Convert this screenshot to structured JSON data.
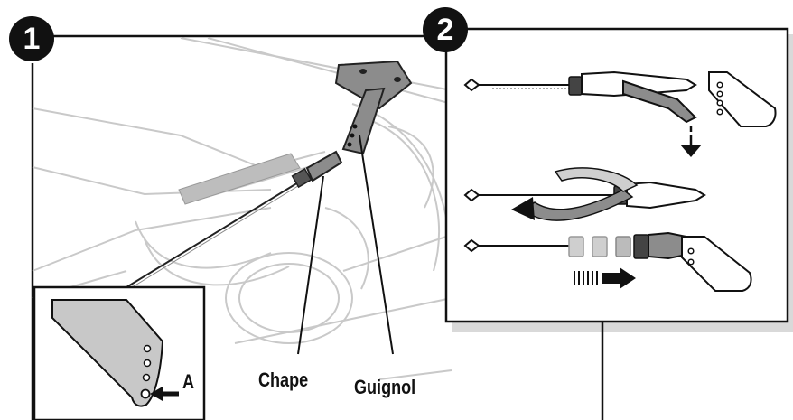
{
  "steps": [
    {
      "number": "1"
    },
    {
      "number": "2"
    }
  ],
  "labels": {
    "clevis": "Chape",
    "control_horn": "Guignol",
    "hole_marker": "A"
  },
  "colors": {
    "ink": "#111111",
    "part_gray": "#8c8c8c",
    "light_gray": "#cfcfcf",
    "background_lines": "#c8c8c8"
  }
}
